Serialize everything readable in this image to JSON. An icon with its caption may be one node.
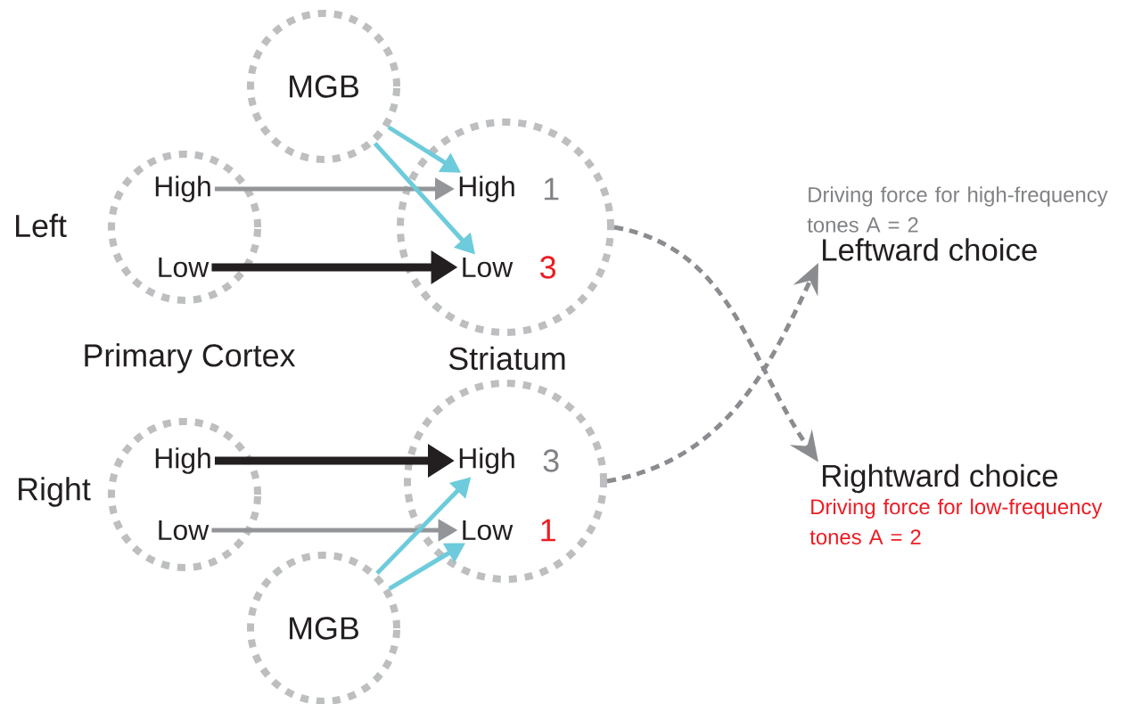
{
  "diagram": {
    "nodes": [
      {
        "text": [
          "MGB"
        ]
      },
      {
        "text": [],
        "shape": "circle"
      },
      {
        "text": [
          "High"
        ],
        "in": 1
      },
      {
        "text": [
          "Low"
        ],
        "in": 1
      },
      {
        "text": [],
        "shape": "circle"
      },
      {
        "text": [
          "High"
        ],
        "in": 4,
        "beside": [
          "1"
        ]
      },
      {
        "text": [
          "Low"
        ],
        "in": 4,
        "beside": [
          "3"
        ]
      },
      {
        "text": [
          "Leftward choice"
        ],
        "beside": [
          "Driving force for high-frequency tones A = 2"
        ]
      },
      {
        "text": [],
        "shape": "circle"
      },
      {
        "text": [
          "High"
        ],
        "in": 8
      },
      {
        "text": [
          "Low"
        ],
        "in": 8
      },
      {
        "text": [],
        "shape": "circle"
      },
      {
        "text": [
          "High"
        ],
        "in": 11,
        "beside": [
          "3"
        ]
      },
      {
        "text": [
          "Low"
        ],
        "in": 11,
        "beside": [
          "1"
        ]
      },
      {
        "text": [
          "MGB"
        ]
      },
      {
        "text": [
          "Rightward choice"
        ],
        "beside": [
          "Driving force for low-frequency tones A = 2"
        ]
      }
    ],
    "edges": [
      {
        "from": 2,
        "to": 5,
        "arrow": "to",
        "color": "#939598"
      },
      {
        "from": 3,
        "to": 6,
        "arrow": "to",
        "style": "thick",
        "color": "#231f20"
      },
      {
        "from": 0,
        "to": 5,
        "arrow": "to"
      },
      {
        "from": 0,
        "to": 6,
        "arrow": "to"
      },
      {
        "from": 4,
        "to": 15,
        "arrow": "to",
        "style": "dashed",
        "color": "#8a8c8f"
      },
      {
        "from": 9,
        "to": 12,
        "arrow": "to",
        "style": "thick",
        "color": "#231f20"
      },
      {
        "from": 10,
        "to": 13,
        "arrow": "to",
        "color": "#939598"
      },
      {
        "from": 14,
        "to": 12,
        "arrow": "to"
      },
      {
        "from": 14,
        "to": 13,
        "arrow": "to"
      },
      {
        "from": 11,
        "to": 7,
        "arrow": "to",
        "style": "dashed",
        "color": "#8a8c8f"
      }
    ],
    "labels": [
      "Left",
      "Primary Cortex",
      "Striatum",
      "Right"
    ]
  }
}
